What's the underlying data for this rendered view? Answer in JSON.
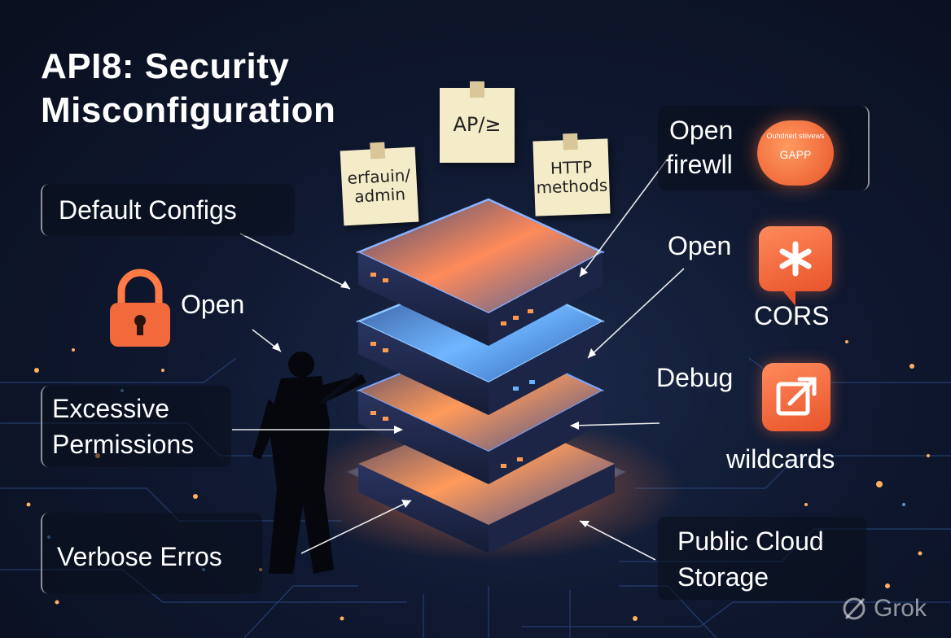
{
  "title_line1": "API8: Security",
  "title_line2": "Misconfiguration",
  "notes": {
    "left": "erfauin/ admin",
    "center": "AP/≥",
    "right": "HTTP methods"
  },
  "labels": {
    "default_configs": "Default Configs",
    "open_lock": "Open",
    "excessive": "Excessive Permissions",
    "verbose": "Verbose Erros",
    "open_firewall_1": "Open",
    "open_firewall_2": "firewll",
    "gapp_small": "Ouhdried stiivews",
    "gapp": "GAPP",
    "open_cors_top": "Open",
    "cors": "CORS",
    "debug": "Debug",
    "wildcards": "wildcards",
    "public_cloud": "Public Cloud Storage"
  },
  "watermark": "Grok",
  "colors": {
    "accent": "#f26a3c",
    "glow_blue": "#58a6ff",
    "background": "#0d1428"
  },
  "icons": [
    "lock-icon",
    "asterisk-icon",
    "external-link-icon",
    "grok-logo-icon"
  ]
}
